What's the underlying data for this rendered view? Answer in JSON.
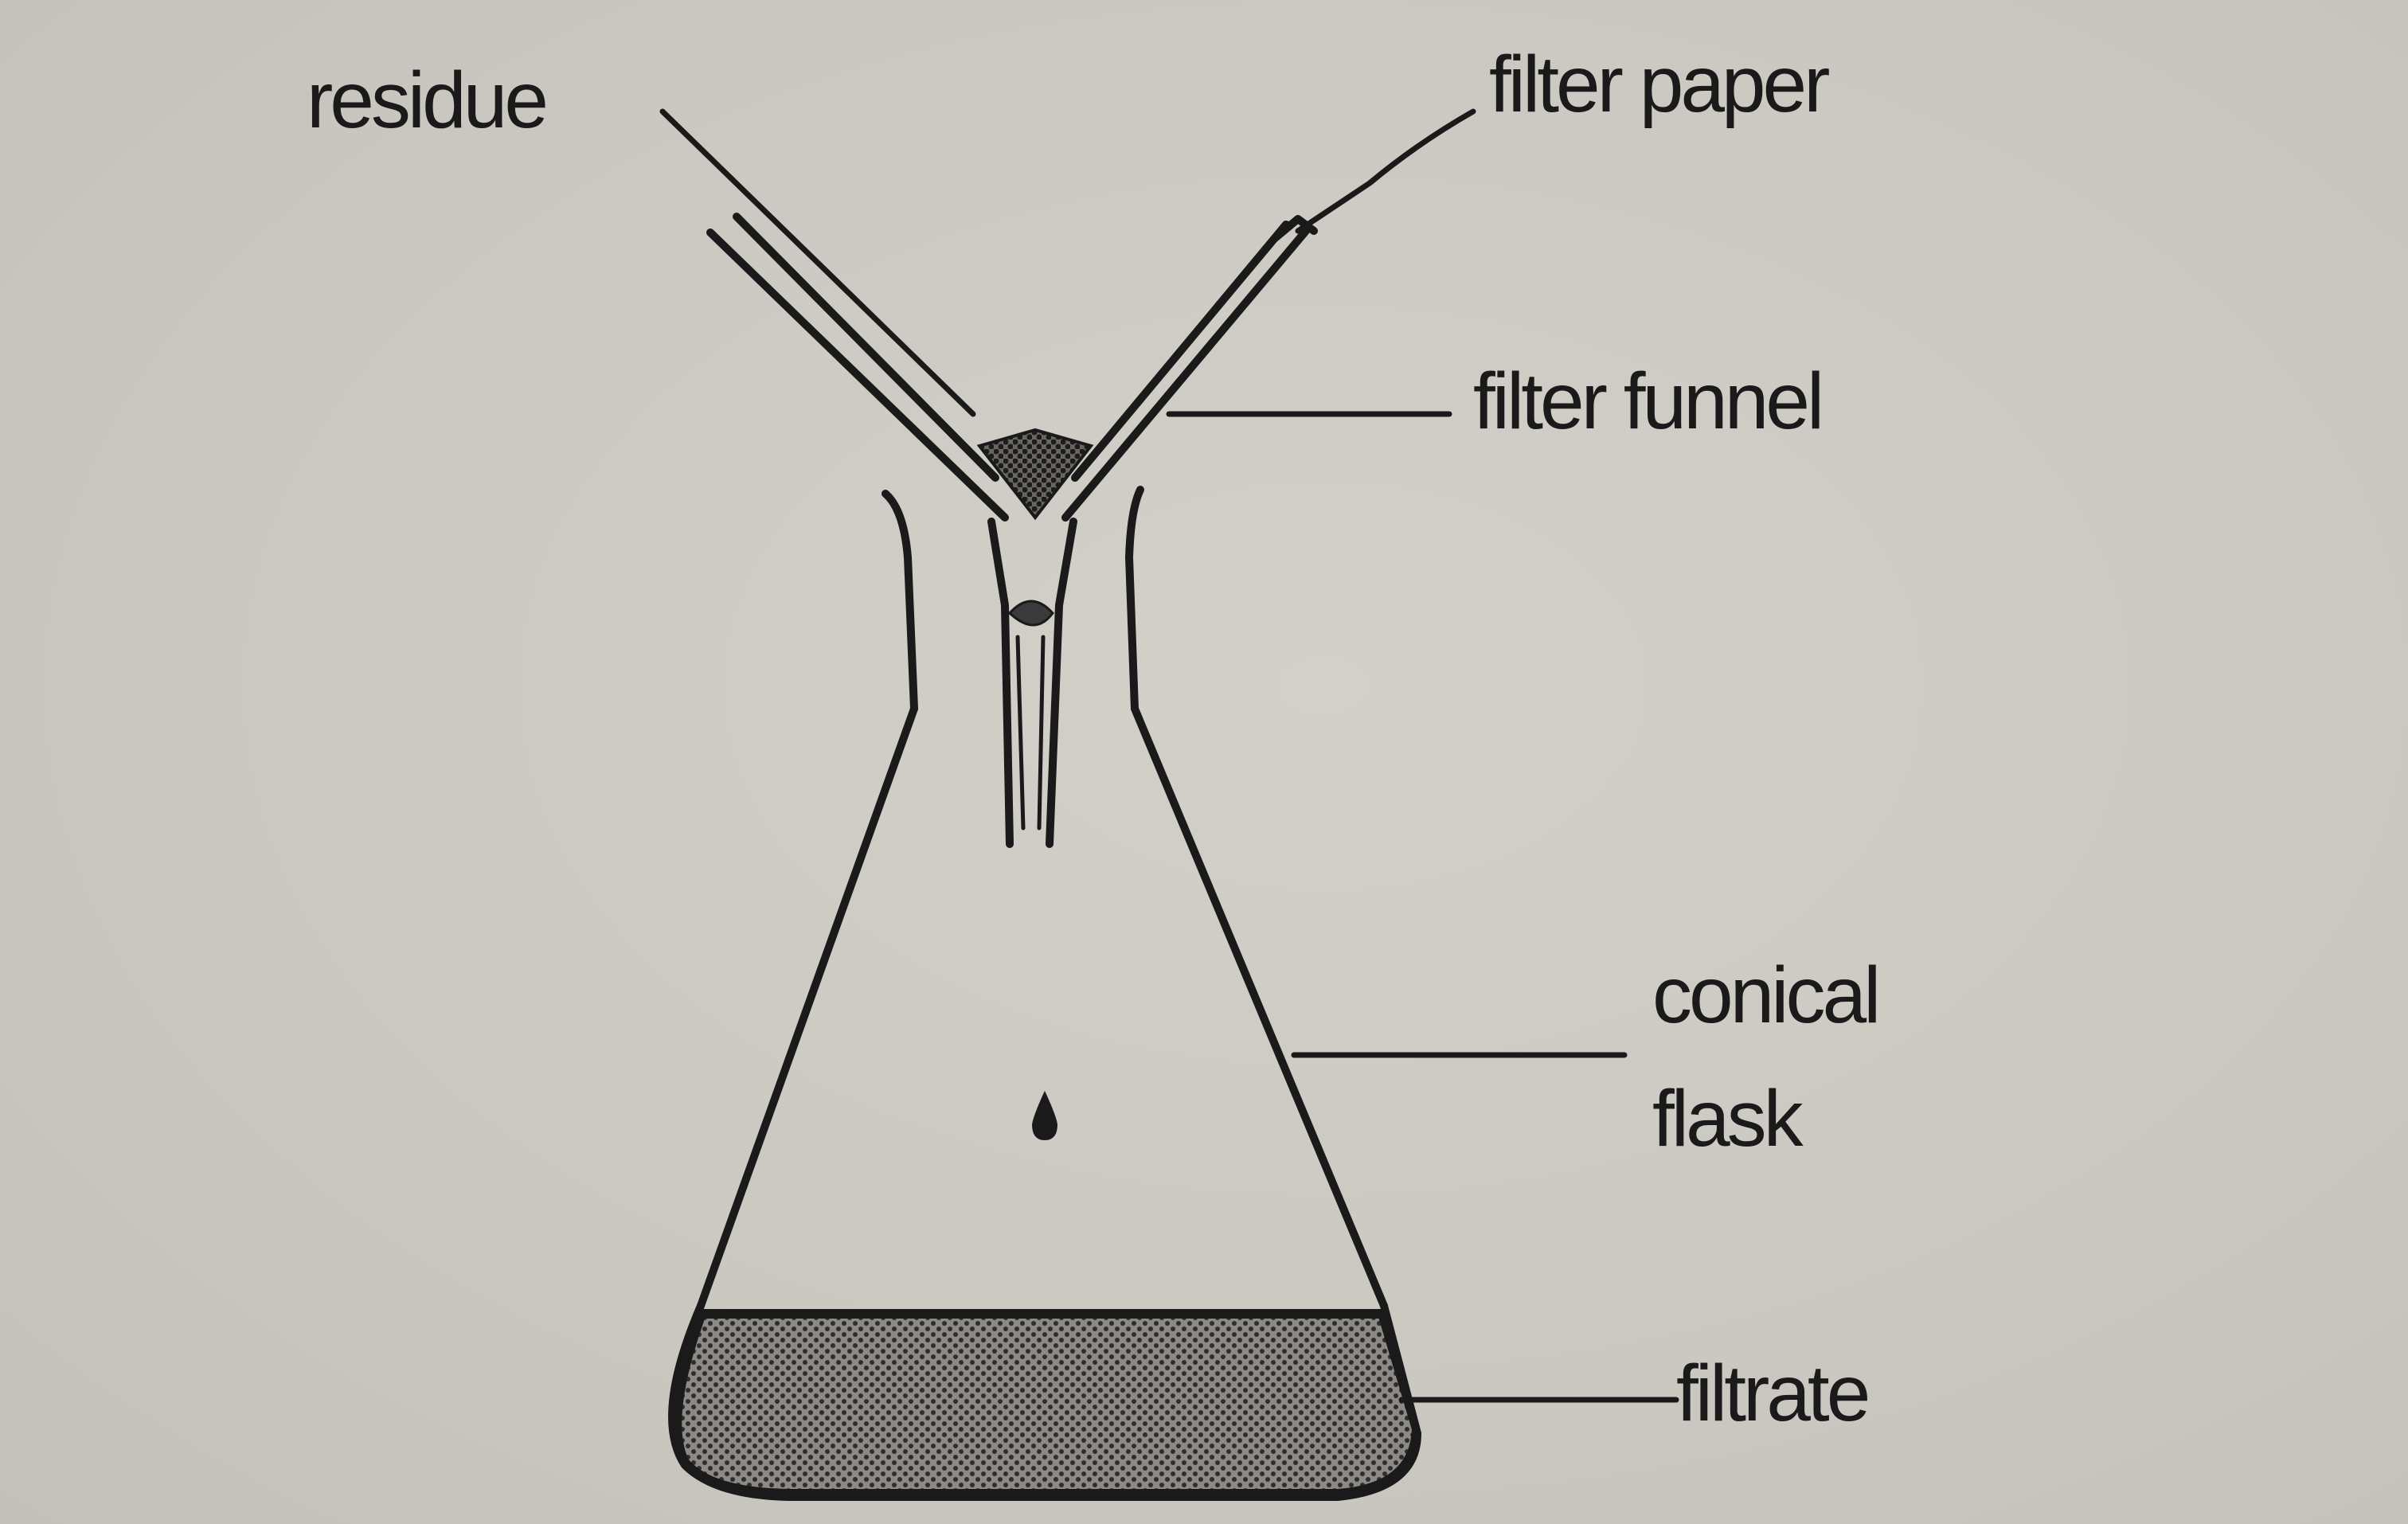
{
  "labels": {
    "residue": "residue",
    "filter_paper": "filter paper",
    "filter_funnel": "filter funnel",
    "conical_line1": "conical",
    "conical_line2": "flask",
    "filtrate": "filtrate"
  },
  "colors": {
    "background": "#cfcbc5",
    "ink": "#1a1a1a",
    "residue_fill": "#4a4a4a",
    "filtrate_fill": "#7a7672"
  }
}
